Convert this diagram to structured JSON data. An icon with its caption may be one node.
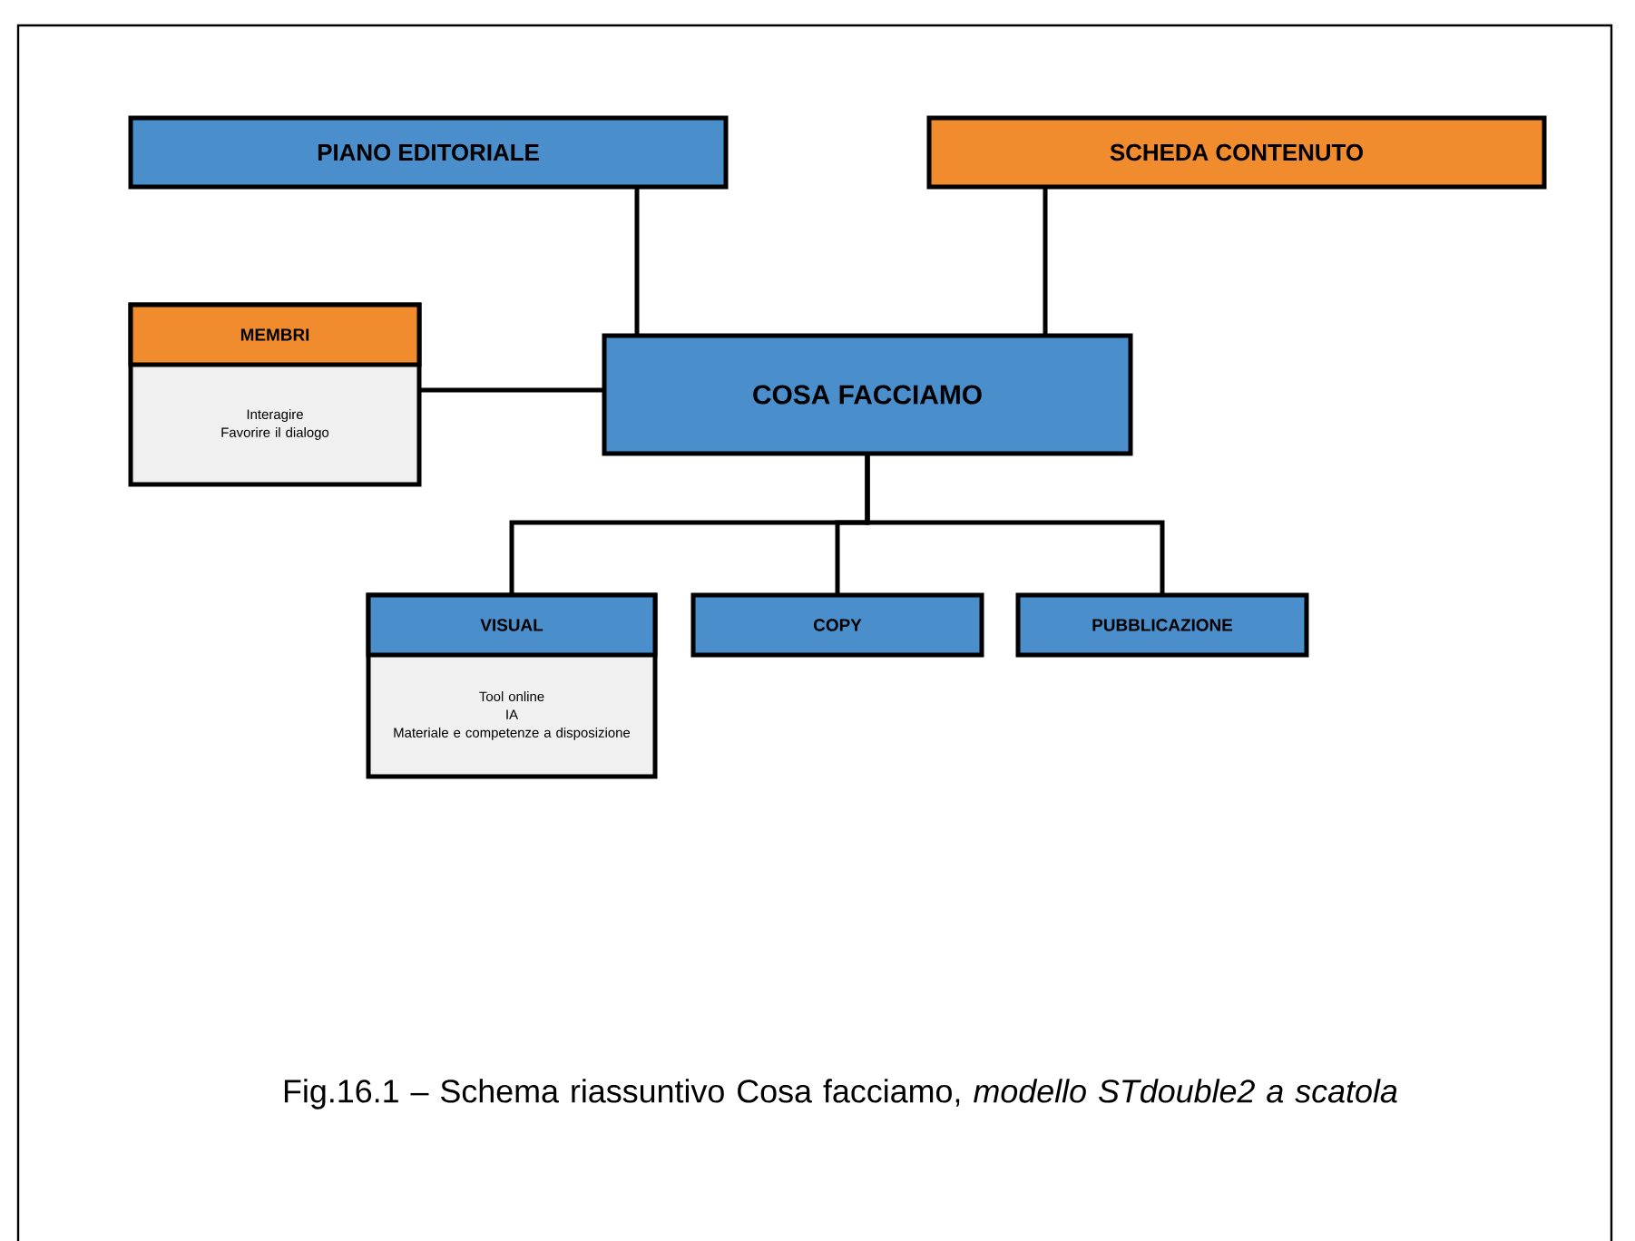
{
  "diagram": {
    "caption": "Fig.16.1 – Schema riassuntivo Cosa facciamo, *modello STdouble2 a scatola*",
    "nodes": [
      {
        "text": [
          "PIANO EDITORIALE"
        ]
      },
      {
        "text": [
          "SCHEDA CONTENUTO"
        ]
      },
      {
        "text": [
          "MEMBRI",
          "Interagire",
          "Favorire il dialogo"
        ]
      },
      {
        "text": [
          "COSA FACCIAMO"
        ]
      },
      {
        "text": [
          "VISUAL",
          "Tool online",
          "IA",
          "Materiale e competenze a disposizione"
        ]
      },
      {
        "text": [
          "COPY"
        ]
      },
      {
        "text": [
          "PUBBLICAZIONE"
        ]
      }
    ],
    "edges": [
      {
        "from": 0,
        "to": 3,
        "arrow": "none"
      },
      {
        "from": 1,
        "to": 3,
        "arrow": "none"
      },
      {
        "from": 2,
        "to": 3,
        "arrow": "none"
      },
      {
        "from": 3,
        "to": 4,
        "arrow": "none"
      },
      {
        "from": 3,
        "to": 5,
        "arrow": "none"
      },
      {
        "from": 3,
        "to": 6,
        "arrow": "none"
      }
    ]
  }
}
